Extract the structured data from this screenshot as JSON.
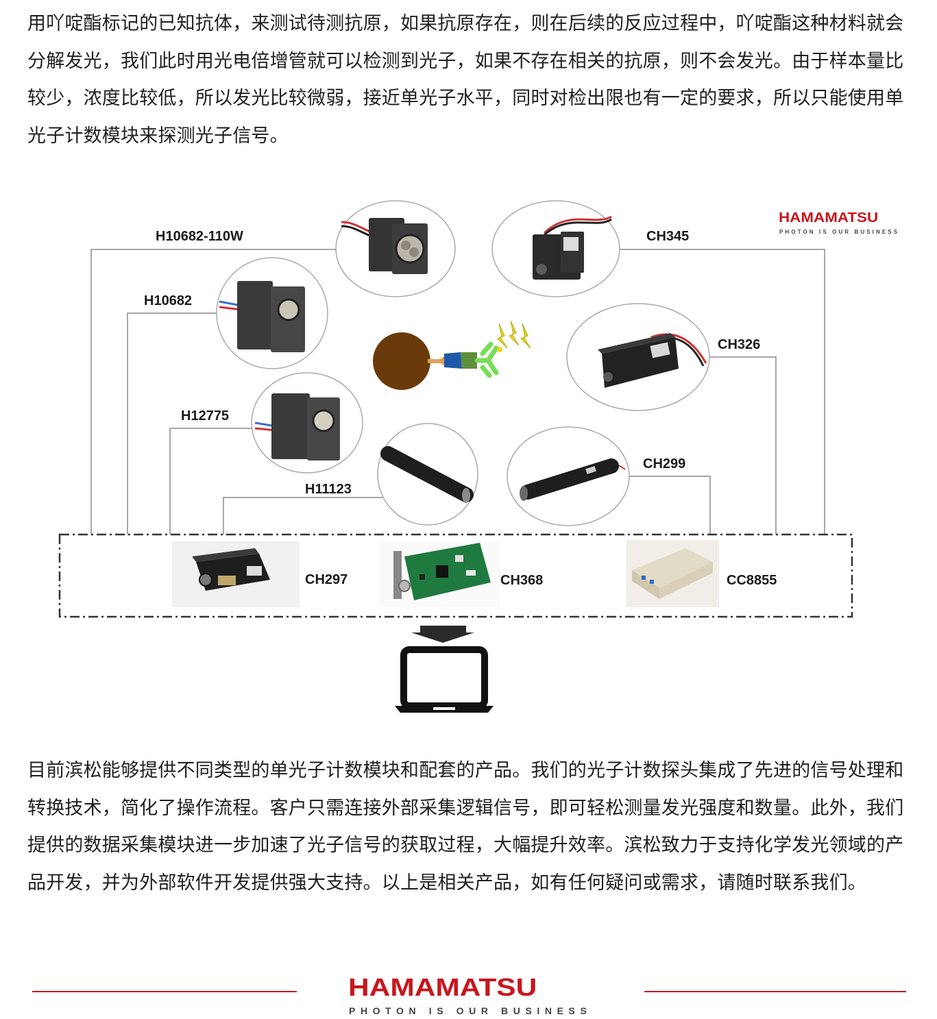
{
  "paragraph_1": "用吖啶酯标记的已知抗体，来测试待测抗原，如果抗原存在，则在后续的反应过程中，吖啶酯这种材料就会分解发光，我们此时用光电倍增管就可以检测到光子，如果不存在相关的抗原，则不会发光。由于样本量比较少，浓度比较低，所以发光比较微弱，接近单光子水平，同时对检出限也有一定的要求，所以只能使用单光子计数模块来探测光子信号。",
  "paragraph_2": "目前滨松能够提供不同类型的单光子计数模块和配套的产品。我们的光子计数探头集成了先进的信号处理和转换技术，简化了操作流程。客户只需连接外部采集逻辑信号，即可轻松测量发光强度和数量。此外，我们提供的数据采集模块进一步加速了光子信号的获取过程，大幅提升效率。滨松致力于支持化学发光领域的产品开发，并为外部软件开发提供强大支持。以上是相关产品，如有任何疑问或需求，请随时联系我们。",
  "diagram": {
    "detectors": {
      "h10682_110w": "H10682-110W",
      "h10682": "H10682",
      "h12775": "H12775",
      "h11123": "H11123",
      "ch345": "CH345",
      "ch326": "CH326",
      "ch299": "CH299"
    },
    "acquisition_modules": {
      "ch297": "CH297",
      "ch368": "CH368",
      "cc8855": "CC8855"
    }
  },
  "brand": {
    "logo": "HAMAMATSU",
    "slogan": "PHOTON IS OUR BUSINESS"
  },
  "colors": {
    "brand_red": "#c8161d",
    "bead_brown": "#6b3a0a",
    "antibody_green": "#77dd55",
    "spark_yellow": "#e6d81c"
  }
}
